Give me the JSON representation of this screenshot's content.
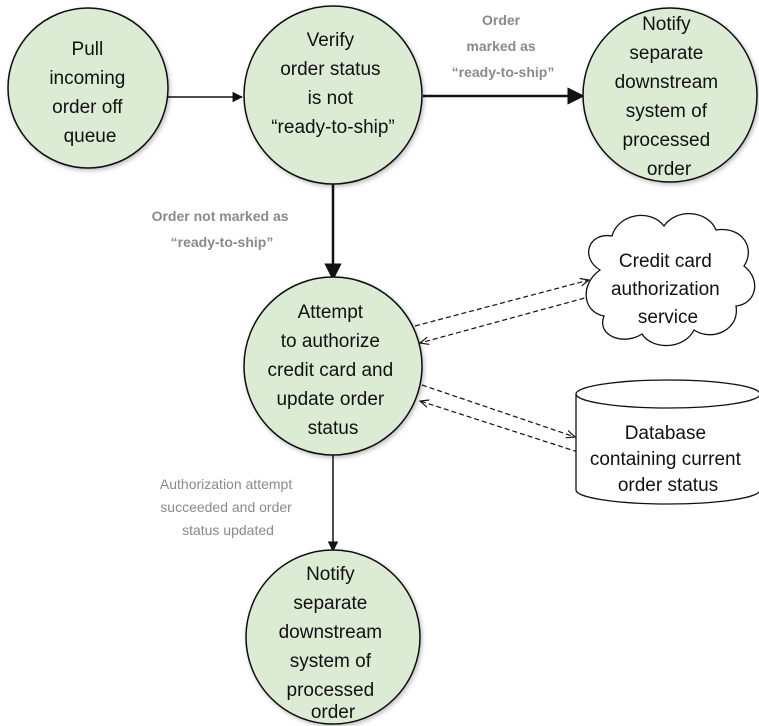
{
  "colors": {
    "node_fill": "#dcebd3",
    "node_stroke": "#111111",
    "edge": "#111111",
    "label": "#8a8a8a",
    "background": "#ffffff"
  },
  "nodes": {
    "pull": {
      "lines": [
        "Pull",
        "incoming",
        "order off",
        "queue"
      ]
    },
    "verify": {
      "lines": [
        "Verify",
        "order status",
        "is not",
        "“ready-to-ship”"
      ]
    },
    "notify_top": {
      "lines": [
        "Notify",
        "separate",
        "downstream",
        "system of",
        "processed",
        "order"
      ]
    },
    "authorize": {
      "lines": [
        "Attempt",
        "to authorize",
        "credit card and",
        "update order",
        "status"
      ]
    },
    "notify_bottom": {
      "lines": [
        "Notify",
        "separate",
        "downstream",
        "system of",
        "processed",
        "order"
      ]
    },
    "credit_service": {
      "shape": "cloud",
      "lines": [
        "Credit card",
        "authorization",
        "service"
      ]
    },
    "database": {
      "shape": "cylinder",
      "lines": [
        "Database",
        "containing current",
        "order status"
      ]
    }
  },
  "edges": {
    "ready": {
      "lines": [
        "Order",
        "marked as",
        "“ready-to-ship”"
      ]
    },
    "not_ready": {
      "lines": [
        "Order not marked as",
        "“ready-to-ship”"
      ]
    },
    "authorized": {
      "lines": [
        "Authorization attempt",
        "succeeded and order",
        "status updated"
      ]
    }
  }
}
